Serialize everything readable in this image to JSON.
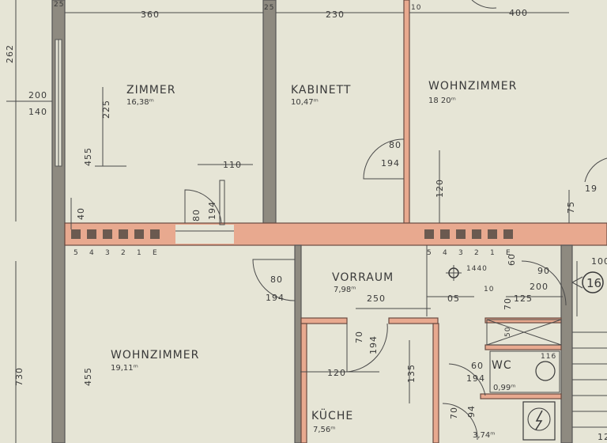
{
  "rooms": {
    "zimmer": {
      "name": "ZIMMER",
      "area": "16,38ᵐ"
    },
    "kabinett": {
      "name": "KABINETT",
      "area": "10,47ᵐ"
    },
    "wohnzimmer_top": {
      "name": "WOHNZIMMER",
      "area": "18 20ᵐ"
    },
    "wohnzimmer_left": {
      "name": "WOHNZIMMER",
      "area": "19,11ᵐ"
    },
    "vorraum": {
      "name": "VORRAUM",
      "area": "7,98ᵐ"
    },
    "kueche": {
      "name": "KÜCHE",
      "area": "7,56ᵐ"
    },
    "wc": {
      "name": "WC",
      "area": "0,99ᵐ"
    },
    "bad_area": {
      "area": "3,74ᵐ"
    }
  },
  "dimensions": {
    "d360": "360",
    "d230": "230",
    "d400": "400",
    "d25a": "25",
    "d25b": "25",
    "d10a": "10",
    "d262": "262",
    "d200": "200",
    "d140": "140",
    "d225": "225",
    "d455a": "455",
    "d110": "110",
    "d40": "40",
    "d80a": "80",
    "d194a": "194",
    "d80b": "80",
    "d194b": "194",
    "d120a": "120",
    "d75": "75",
    "d19": "19",
    "d80c": "80",
    "d194c": "194",
    "d250": "250",
    "d05": "05",
    "d125": "125",
    "d10b": "10",
    "d70": "70",
    "d90": "90",
    "d200b": "200",
    "d60a": "60",
    "d1440": "1440",
    "d100": "100",
    "d70b": "70",
    "d194d": "194",
    "d120b": "120",
    "d135": "135",
    "d730": "730",
    "d455b": "455",
    "d60b": "60",
    "d194e": "194",
    "d116": "116",
    "d50": "50",
    "d70c": "70",
    "d94": "94",
    "d12": "12"
  },
  "vent_labels_left": [
    "5",
    "4",
    "3",
    "2",
    "1",
    "E"
  ],
  "vent_labels_right": [
    "5",
    "4",
    "3",
    "2",
    "1",
    "E"
  ],
  "stair_marker": "16"
}
